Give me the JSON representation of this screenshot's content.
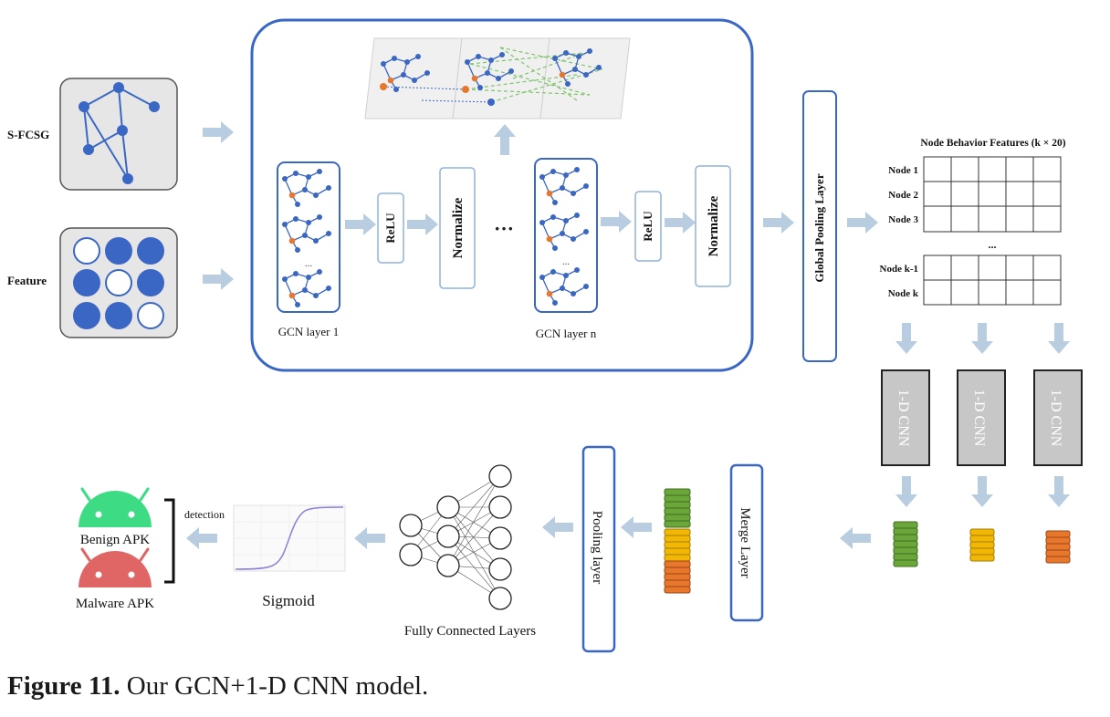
{
  "inputs": {
    "graph_label": "S-FCSG",
    "feature_label": "Feature"
  },
  "gcn": {
    "layer1_label": "GCN layer 1",
    "layern_label": "GCN layer n",
    "relu_label": "ReLU",
    "normalize_label": "Normalize",
    "ellipsis": "···",
    "stack_ellipsis": "..."
  },
  "global_pooling_label": "Global Pooling Layer",
  "node_table": {
    "title": "Node Behavior Features (k × 20)",
    "rows_top": [
      "Node 1",
      "Node 2",
      "Node 3"
    ],
    "ellipsis": "...",
    "rows_bottom": [
      "Node k-1",
      "Node k"
    ]
  },
  "cnn_labels": [
    "1-D CNN",
    "1-D CNN",
    "1-D CNN"
  ],
  "merge_label": "Merge Layer",
  "pooling_label": "Pooling layer",
  "fc_label": "Fully Connected Layers",
  "sigmoid_label": "Sigmoid",
  "detection_label": "detection",
  "benign_label": "Benign APK",
  "malware_label": "Malware APK",
  "caption": {
    "number": "Figure 11.",
    "text": " Our GCN+1-D CNN model."
  },
  "colors": {
    "accent_blue": "#3a67c4",
    "node_blue": "#3a67c4",
    "node_orange": "#e8772e",
    "arrow": "#b9cde0",
    "cnn_gray": "#c7c7c7",
    "green": "#6aa63a",
    "yellow": "#f2b705",
    "orange": "#e8772e",
    "android_green": "#3ddc84",
    "android_red": "#e06666"
  }
}
